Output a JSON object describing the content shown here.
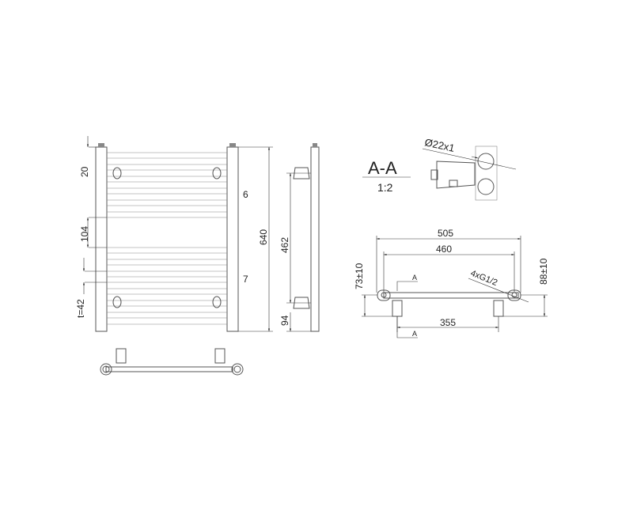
{
  "drawing": {
    "subject": "Towel radiator technical drawing",
    "front_view": {
      "dims": {
        "top_offset": "20",
        "gap": "104",
        "pitch": "t=42",
        "total_height": "640",
        "upper_bars_count": "6",
        "lower_bars_count": "7"
      }
    },
    "side_view": {
      "dims": {
        "bracket_spacing": "462",
        "bottom_offset": "94"
      }
    },
    "section": {
      "label": "A-A",
      "scale": "1:2",
      "pipe": "Ø22x1"
    },
    "top_view": {
      "dims": {
        "overall_width": "505",
        "center_width": "460",
        "bracket_spacing": "355",
        "left_depth": "73±10",
        "right_depth": "88±10",
        "connection": "4xG1/2",
        "section_mark_top": "A",
        "section_mark_bottom": "A"
      }
    }
  },
  "colors": {
    "line": "#555555",
    "text": "#222222",
    "background": "#ffffff"
  }
}
